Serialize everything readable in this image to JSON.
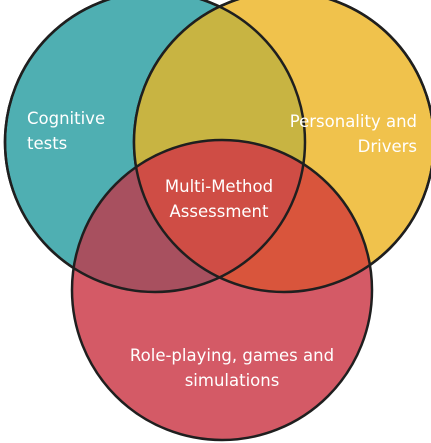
{
  "diagram": {
    "sets": [
      {
        "id": "cognitive",
        "lines": [
          "Cognitive",
          "tests"
        ],
        "color": "#4fafb2"
      },
      {
        "id": "personality",
        "lines": [
          "Personality and",
          "Drivers"
        ],
        "color": "#f0c24c"
      },
      {
        "id": "role",
        "lines": [
          "Role-playing, games and",
          "simulations"
        ],
        "color": "#d45a66"
      }
    ],
    "intersection": {
      "lines": [
        "Multi-Method",
        "Assessment"
      ]
    }
  }
}
